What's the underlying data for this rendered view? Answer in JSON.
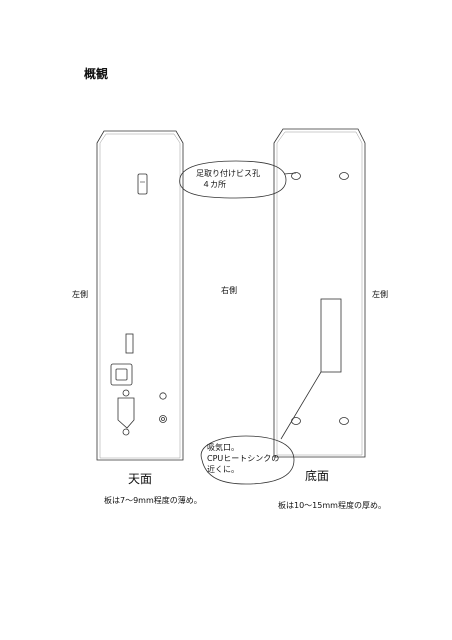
{
  "page": {
    "title": "概観"
  },
  "labels": {
    "left_side_1": "左側",
    "right_side": "右側",
    "left_side_2": "左側",
    "top_view": "天面",
    "bottom_view": "底面",
    "top_note": "板は7〜9mm程度の薄め。",
    "bottom_note": "板は10〜15mm程度の厚め。"
  },
  "callouts": {
    "feet_holes": {
      "line1": "足取り付けビス孔",
      "line2": "４カ所"
    },
    "intake": {
      "line1": "吸気口。",
      "line2": "CPUヒートシンクの",
      "line3": "近くに。"
    }
  }
}
